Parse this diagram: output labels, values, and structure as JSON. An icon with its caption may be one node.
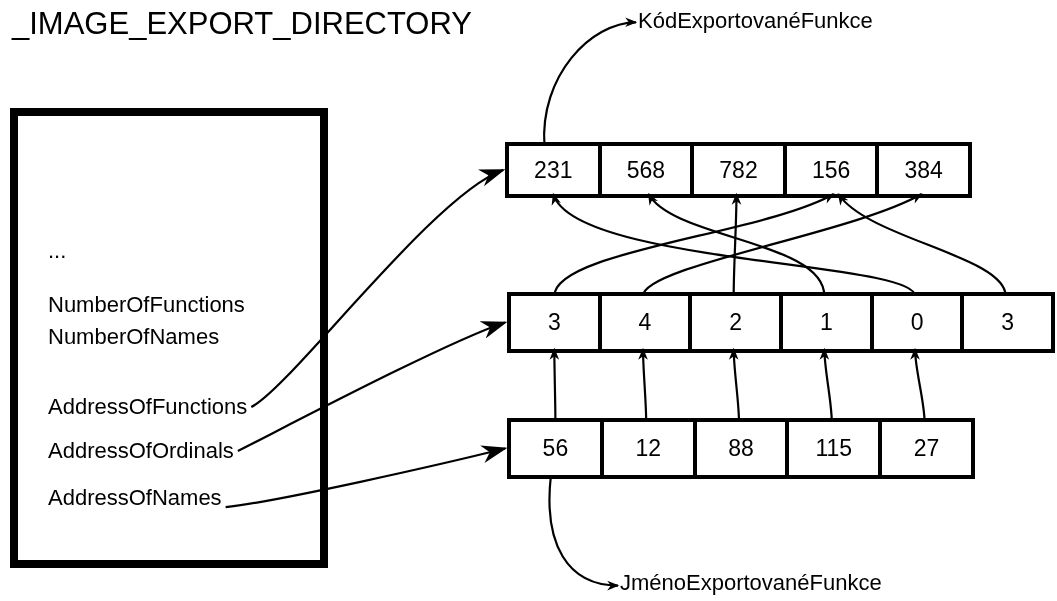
{
  "diagram": {
    "title": "_IMAGE_EXPORT_DIRECTORY",
    "nodes": [
      {
        "text": [
          "...",
          "NumberOfFunctions",
          "NumberOfNames"
        ]
      },
      {
        "text": [
          "AddressOfFunctions"
        ],
        "in": 0
      },
      {
        "text": [
          "AddressOfOrdinals"
        ],
        "in": 0
      },
      {
        "text": [
          "AddressOfNames"
        ],
        "in": 0
      },
      {
        "text": [],
        "shape": "box"
      },
      {
        "text": [
          "231"
        ],
        "in": 4
      },
      {
        "text": [
          "568"
        ],
        "in": 4
      },
      {
        "text": [
          "782"
        ],
        "in": 4
      },
      {
        "text": [
          "156"
        ],
        "in": 4
      },
      {
        "text": [
          "384"
        ],
        "in": 4
      },
      {
        "text": [],
        "shape": "box"
      },
      {
        "text": [
          "3"
        ],
        "in": 10
      },
      {
        "text": [
          "4"
        ],
        "in": 10
      },
      {
        "text": [
          "2"
        ],
        "in": 10
      },
      {
        "text": [
          "1"
        ],
        "in": 10
      },
      {
        "text": [
          "0"
        ],
        "in": 10
      },
      {
        "text": [
          "3"
        ],
        "in": 10
      },
      {
        "text": [],
        "shape": "box"
      },
      {
        "text": [
          "56"
        ],
        "in": 17
      },
      {
        "text": [
          "12"
        ],
        "in": 17
      },
      {
        "text": [
          "88"
        ],
        "in": 17
      },
      {
        "text": [
          "115"
        ],
        "in": 17
      },
      {
        "text": [
          "27"
        ],
        "in": 17
      },
      {
        "text": [
          "KódExportovanéFunkce"
        ]
      },
      {
        "text": [
          "JménoExportovanéFunkce"
        ]
      }
    ],
    "edges": [
      {
        "from": 1,
        "to": 4,
        "arrow": "to"
      },
      {
        "from": 2,
        "to": 10,
        "arrow": "to"
      },
      {
        "from": 3,
        "to": 17,
        "arrow": "to"
      },
      {
        "from": 11,
        "to": 8,
        "arrow": "to"
      },
      {
        "from": 12,
        "to": 9,
        "arrow": "to"
      },
      {
        "from": 13,
        "to": 7,
        "arrow": "to"
      },
      {
        "from": 14,
        "to": 6,
        "arrow": "to"
      },
      {
        "from": 15,
        "to": 5,
        "arrow": "to"
      },
      {
        "from": 16,
        "to": 8,
        "arrow": "to"
      },
      {
        "from": 18,
        "to": 11,
        "arrow": "to"
      },
      {
        "from": 19,
        "to": 12,
        "arrow": "to"
      },
      {
        "from": 20,
        "to": 13,
        "arrow": "to"
      },
      {
        "from": 21,
        "to": 14,
        "arrow": "to"
      },
      {
        "from": 22,
        "to": 15,
        "arrow": "to"
      },
      {
        "from": 5,
        "to": 23,
        "arrow": "to"
      },
      {
        "from": 18,
        "to": 24,
        "arrow": "to"
      }
    ]
  }
}
